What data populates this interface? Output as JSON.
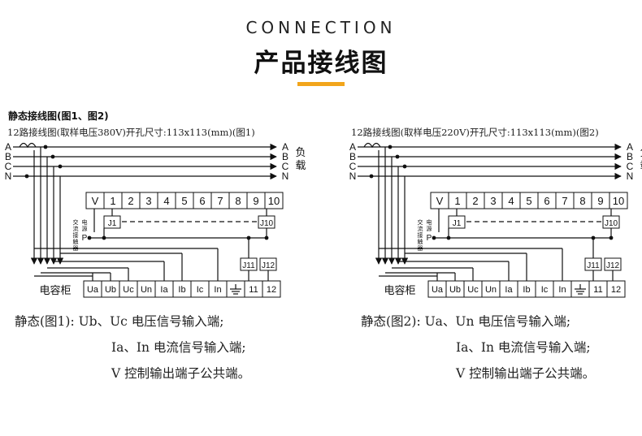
{
  "header": {
    "eyebrow": "CONNECTION",
    "title": "产品接线图",
    "accent_color": "#f2a51b"
  },
  "section_label": "静态接线图(图1、图2)",
  "diagrams": [
    {
      "caption": "12路接线图(取样电压380V)开孔尺寸:113x113(mm)(图1)",
      "lines": [
        "A",
        "B",
        "C",
        "N"
      ],
      "load_label": "负载",
      "top_terminals": [
        "V",
        "1",
        "2",
        "3",
        "4",
        "5",
        "6",
        "7",
        "8",
        "9",
        "10"
      ],
      "relay_left": "J1",
      "relay_right": "J10",
      "relay_lower": [
        "J11",
        "J12"
      ],
      "power_vertical_label": "交流接触器",
      "power_side_label": "电源",
      "p_label": "P",
      "capacitor_label": "电容柜",
      "bottom_terminals": [
        "Ua",
        "Ub",
        "Uc",
        "Un",
        "Ia",
        "Ib",
        "Ic",
        "In",
        "ground",
        "11",
        "12"
      ],
      "desc": [
        "静态(图1): Ub、Uc 电压信号输入端;",
        "Ia、In 电流信号输入端;",
        "V 控制输出端子公共端。"
      ]
    },
    {
      "caption": "12路接线图(取样电压220V)开孔尺寸:113x113(mm)(图2)",
      "lines": [
        "A",
        "B",
        "C",
        "N"
      ],
      "load_label": "负载",
      "top_terminals": [
        "V",
        "1",
        "2",
        "3",
        "4",
        "5",
        "6",
        "7",
        "8",
        "9",
        "10"
      ],
      "relay_left": "J1",
      "relay_right": "J10",
      "relay_lower": [
        "J11",
        "J12"
      ],
      "power_vertical_label": "交流接触器",
      "power_side_label": "电源",
      "p_label": "P",
      "capacitor_label": "电容柜",
      "bottom_terminals": [
        "Ua",
        "Ub",
        "Uc",
        "Un",
        "Ia",
        "Ib",
        "Ic",
        "In",
        "ground",
        "11",
        "12"
      ],
      "desc": [
        "静态(图2): Ua、Un 电压信号输入端;",
        "Ia、In 电流信号输入端;",
        "V 控制输出端子公共端。"
      ]
    }
  ]
}
